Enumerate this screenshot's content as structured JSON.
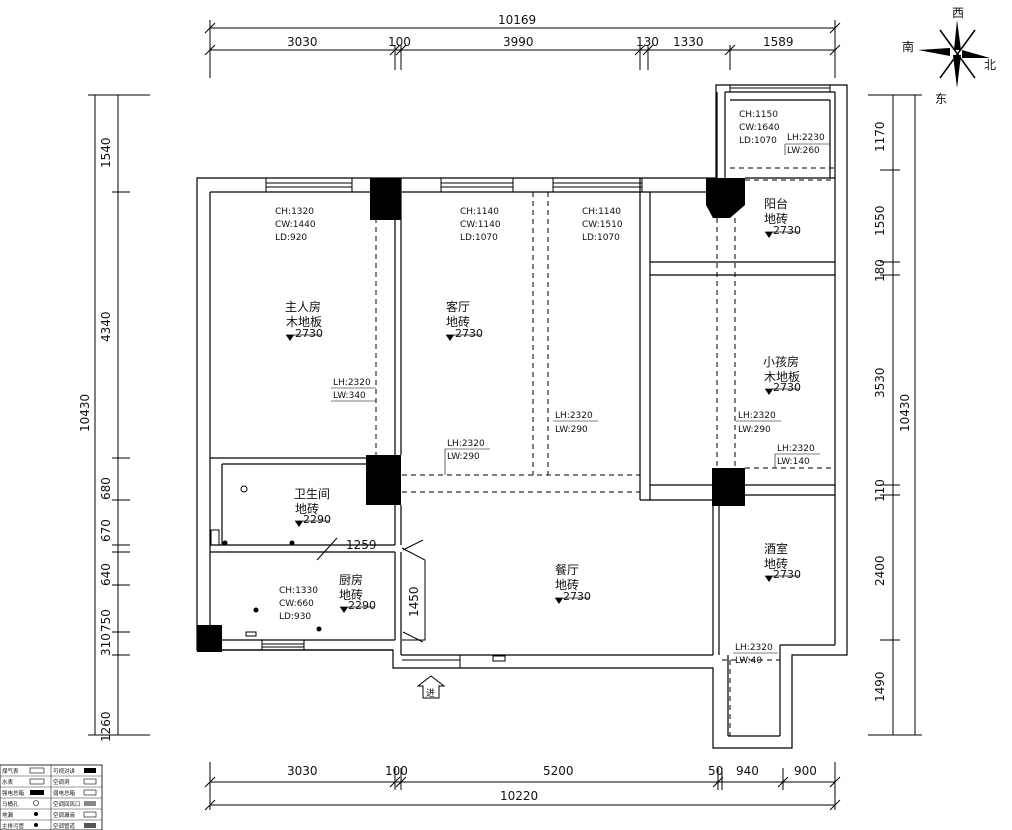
{
  "compass": {
    "west": "西",
    "south": "南",
    "north": "北",
    "east": "东"
  },
  "dims": {
    "top_total": "10169",
    "top_segments": [
      "3030",
      "100",
      "3990",
      "130",
      "1330",
      "1589"
    ],
    "bottom_total": "10220",
    "bottom_segments": [
      "3030",
      "100",
      "5200",
      "50",
      "940",
      "900"
    ],
    "left_total": "10430",
    "left_segments": [
      "1540",
      "4340",
      "680",
      "670",
      "640",
      "750",
      "310",
      "1260"
    ],
    "right_total": "10430",
    "right_segments": [
      "1170",
      "1550",
      "180",
      "3530",
      "110",
      "2400",
      "1490"
    ],
    "kitchen_width": "1259",
    "corridor_height": "1450"
  },
  "rooms": [
    {
      "name": "主人房",
      "floor": "木地板",
      "height": "2730"
    },
    {
      "name": "客厅",
      "floor": "地砖",
      "height": "2730"
    },
    {
      "name": "阳台",
      "floor": "地砖",
      "height": "2730"
    },
    {
      "name": "小孩房",
      "floor": "木地板",
      "height": "2730"
    },
    {
      "name": "卫生间",
      "floor": "地砖",
      "height": "2290"
    },
    {
      "name": "厨房",
      "floor": "地砖",
      "height": "2290"
    },
    {
      "name": "餐厅",
      "floor": "地砖",
      "height": "2730"
    },
    {
      "name": "酒室",
      "floor": "地砖",
      "height": "2730"
    }
  ],
  "windows": [
    {
      "lines": [
        "CH:1320",
        "CW:1440",
        "LD:920"
      ]
    },
    {
      "lines": [
        "CH:1140",
        "CW:1140",
        "LD:1070"
      ]
    },
    {
      "lines": [
        "CH:1140",
        "CW:1510",
        "LD:1070"
      ]
    },
    {
      "lines": [
        "CH:1150",
        "CW:1640",
        "LD:1070"
      ]
    },
    {
      "lines": [
        "CH:1330",
        "CW:660",
        "LD:930"
      ]
    }
  ],
  "beams": [
    {
      "lines": [
        "LH:2230",
        "LW:260"
      ]
    },
    {
      "lines": [
        "LH:2320",
        "LW:340"
      ]
    },
    {
      "lines": [
        "LH:2320",
        "LW:290"
      ]
    },
    {
      "lines": [
        "LH:2320",
        "LW:290"
      ]
    },
    {
      "lines": [
        "LH:2320",
        "LW:290"
      ]
    },
    {
      "lines": [
        "LH:2320",
        "LW:140"
      ]
    },
    {
      "lines": [
        "LH:2320",
        "LW:40"
      ]
    }
  ],
  "entrance_label": "进",
  "legend": [
    {
      "left": "煤气表",
      "right": "可视对讲"
    },
    {
      "left": "水表",
      "right": "空调洞"
    },
    {
      "left": "强电总箱",
      "right": "弱电总箱"
    },
    {
      "left": "马桶孔",
      "right": "空调回风口"
    },
    {
      "left": "地漏",
      "right": "空调漏液"
    },
    {
      "left": "主排污管",
      "right": "空调管道"
    }
  ]
}
